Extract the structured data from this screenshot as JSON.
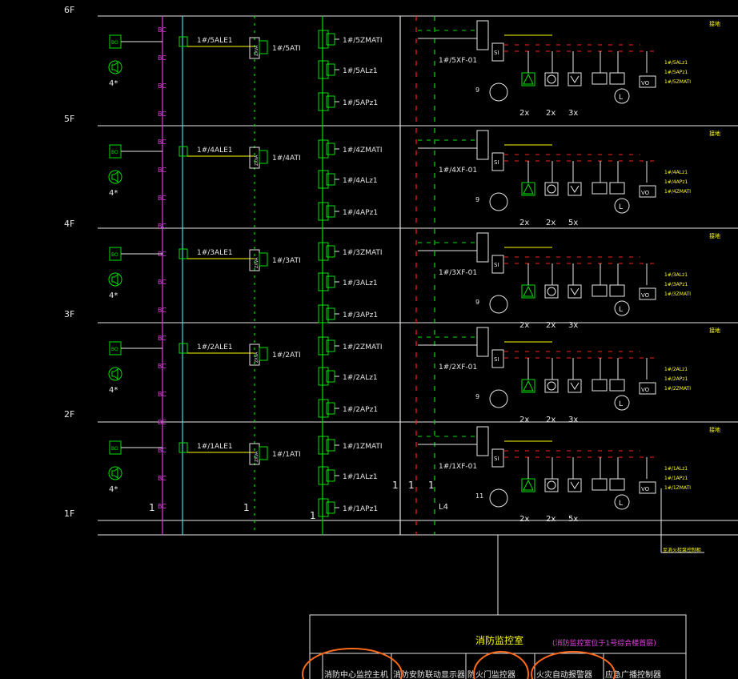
{
  "floors": [
    {
      "level": "6F",
      "detector_count": "4*",
      "bc": "1#/5ALE1",
      "ati": "1#/5ATI",
      "zm": "1#/5ZMATI",
      "al": "1#/5ALz1",
      "ap": "1#/5APz1",
      "xf": "1#/5XF-01",
      "unit_num": "9",
      "c1": "2x",
      "c2": "2x",
      "c3": "3x",
      "r1": "1#/5ALz1",
      "r2": "1#/5APz1",
      "r3": "1#/5ZMATI"
    },
    {
      "level": "5F",
      "detector_count": "4*",
      "bc": "1#/4ALE1",
      "ati": "1#/4ATI",
      "zm": "1#/4ZMATI",
      "al": "1#/4ALz1",
      "ap": "1#/4APz1",
      "xf": "1#/4XF-01",
      "unit_num": "9",
      "c1": "2x",
      "c2": "2x",
      "c3": "5x",
      "r1": "1#/4ALz1",
      "r2": "1#/4APz1",
      "r3": "1#/4ZMATI"
    },
    {
      "level": "4F",
      "detector_count": "4*",
      "bc": "1#/3ALE1",
      "ati": "1#/3ATI",
      "zm": "1#/3ZMATI",
      "al": "1#/3ALz1",
      "ap": "1#/3APz1",
      "xf": "1#/3XF-01",
      "unit_num": "9",
      "c1": "2x",
      "c2": "2x",
      "c3": "3x",
      "r1": "1#/3ALz1",
      "r2": "1#/3APz1",
      "r3": "1#/3ZMATI"
    },
    {
      "level": "3F",
      "detector_count": "4*",
      "bc": "1#/2ALE1",
      "ati": "1#/2ATI",
      "zm": "1#/2ZMATI",
      "al": "1#/2ALz1",
      "ap": "1#/2APz1",
      "xf": "1#/2XF-01",
      "unit_num": "9",
      "c1": "2x",
      "c2": "2x",
      "c3": "3x",
      "r1": "1#/2ALz1",
      "r2": "1#/2APz1",
      "r3": "1#/2ZMATI"
    },
    {
      "level": "2F",
      "detector_count": "4*",
      "bc": "1#/1ALE1",
      "ati": "1#/1ATI",
      "zm": "1#/1ZMATI",
      "al": "1#/1ALz1",
      "ap": "1#/1APz1",
      "xf": "1#/1XF-01",
      "unit_num": "11",
      "c1": "2x",
      "c2": "2x",
      "c3": "5x",
      "r1": "1#/1ALz1",
      "r2": "1#/1APz1",
      "r3": "1#/1ZMATI"
    }
  ],
  "bottom_level": "1F",
  "right_mark": "接地",
  "ground_labels": [
    "1",
    "1",
    "1",
    "1",
    "1",
    "1"
  ],
  "l4_label": "L4",
  "pump_note": "至消火栓泵控制柜",
  "control_room": {
    "title": "消防监控室",
    "note": "(消防监控室位于1号综合楼首层)",
    "cells": [
      "消防中心监控主机",
      "消防安防联动显示器",
      "防火门监控器",
      "火灾自动报警器",
      "应急广播控制器"
    ]
  },
  "colors": {
    "green": "#00e000",
    "yellow": "#ffff00",
    "magenta": "#e040e0",
    "cyan": "#40e0e0",
    "white": "#e6e6e6",
    "red": "#ff2020",
    "orange": "#ff6a1a",
    "pink": "#ff80ff"
  },
  "icons": [
    "bo-box-icon",
    "speaker-icon",
    "zxva-box-icon",
    "bus-module-icon",
    "fan-icon",
    "valve-icon",
    "pump-icon",
    "light-icon"
  ]
}
